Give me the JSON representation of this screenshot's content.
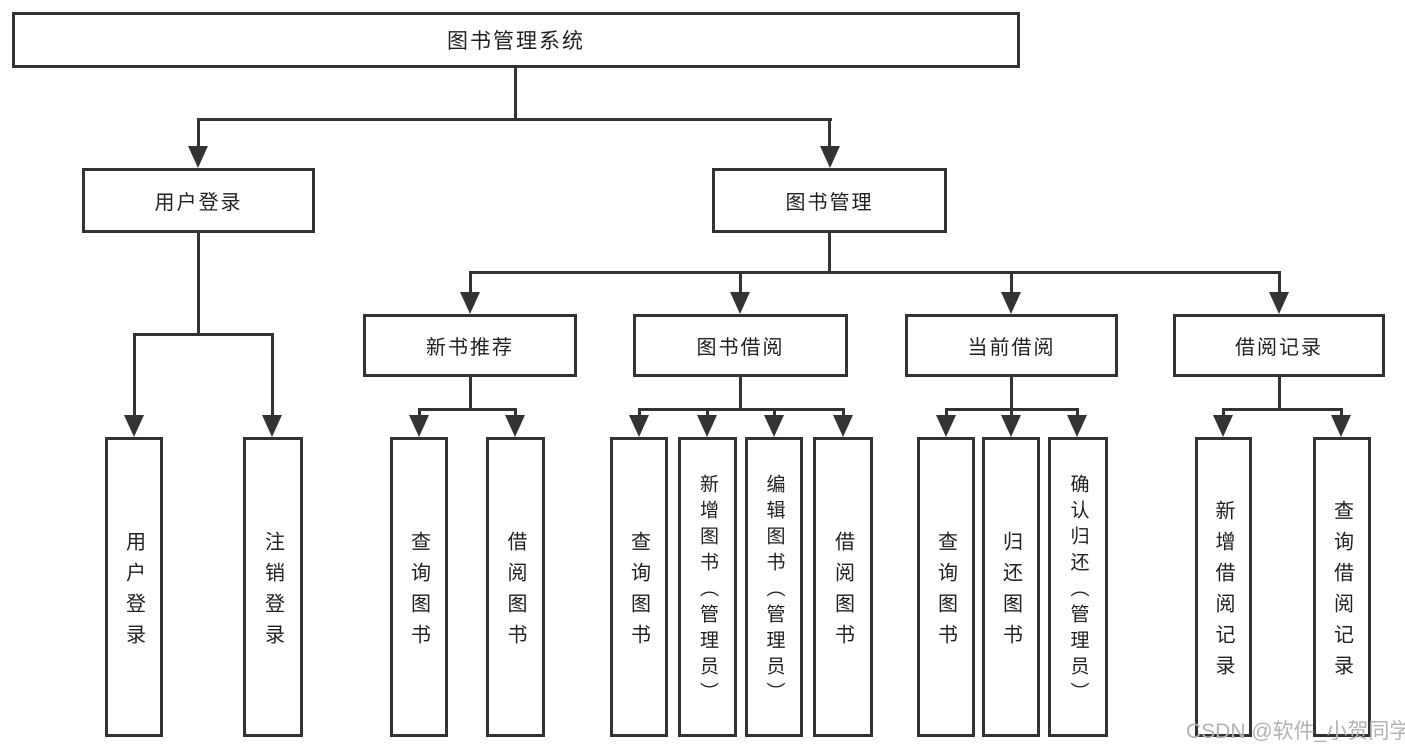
{
  "colors": {
    "line": "#333333",
    "text": "#1f1f1f",
    "watermark": "#b3b3b3",
    "background": "#ffffff"
  },
  "tree": {
    "label": "图书管理系统",
    "children": [
      {
        "label": "用户登录",
        "children": [
          {
            "label": "用户登录"
          },
          {
            "label": "注销登录"
          }
        ]
      },
      {
        "label": "图书管理",
        "children": [
          {
            "label": "新书推荐",
            "children": [
              {
                "label": "查询图书"
              },
              {
                "label": "借阅图书"
              }
            ]
          },
          {
            "label": "图书借阅",
            "children": [
              {
                "label": "查询图书"
              },
              {
                "label": "新增图书（管理员）"
              },
              {
                "label": "编辑图书（管理员）"
              },
              {
                "label": "借阅图书"
              }
            ]
          },
          {
            "label": "当前借阅",
            "children": [
              {
                "label": "查询图书"
              },
              {
                "label": "归还图书"
              },
              {
                "label": "确认归还（管理员）"
              }
            ]
          },
          {
            "label": "借阅记录",
            "children": [
              {
                "label": "新增借阅记录"
              },
              {
                "label": "查询借阅记录"
              }
            ]
          }
        ]
      }
    ]
  },
  "watermark": {
    "text": "CSDN @软件_小贺同学"
  }
}
